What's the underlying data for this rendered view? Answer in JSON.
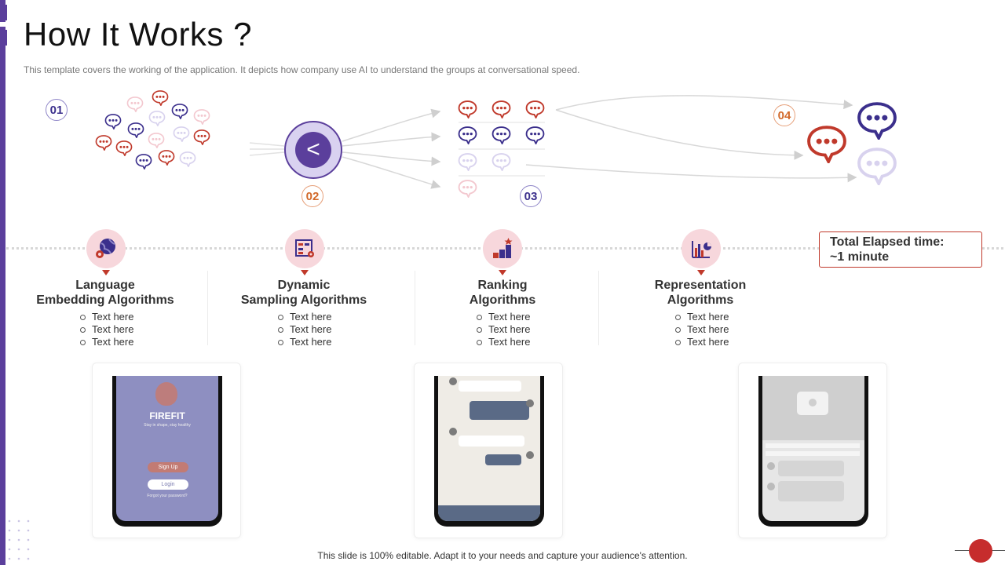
{
  "title": "How It Works ?",
  "subtitle": "This template covers the working of the application. It depicts how company use AI to understand the groups at conversational speed.",
  "steps": [
    "01",
    "02",
    "03",
    "04"
  ],
  "hub_glyph": "<",
  "elapsed": {
    "line1": "Total Elapsed time:",
    "line2": "~1 minute"
  },
  "categories": [
    {
      "title_line1": "Language",
      "title_line2": "Embedding Algorithms",
      "icon": "globe-gear-icon",
      "bullets": [
        "Text here",
        "Text here",
        "Text here"
      ]
    },
    {
      "title_line1": "Dynamic",
      "title_line2": "Sampling Algorithms",
      "icon": "settings-panel-icon",
      "bullets": [
        "Text here",
        "Text here",
        "Text here"
      ]
    },
    {
      "title_line1": "Ranking",
      "title_line2": "Algorithms",
      "icon": "ranking-chart-icon",
      "bullets": [
        "Text here",
        "Text here",
        "Text here"
      ]
    },
    {
      "title_line1": "Representation",
      "title_line2": "Algorithms",
      "icon": "bar-pie-chart-icon",
      "bullets": [
        "Text here",
        "Text here",
        "Text here"
      ]
    }
  ],
  "phones": {
    "firefit": {
      "brand": "FIREFIT",
      "tagline": "Stay in shape, stay healthy",
      "signup": "Sign Up",
      "login": "Login",
      "forgot": "Forgot your password?"
    }
  },
  "footer": "This slide is 100% editable. Adapt it to your needs and capture your audience's attention.",
  "colors": {
    "purple": "#5b3f9c",
    "red": "#c0392b",
    "orange": "#d2692a",
    "pink": "#f7d7dc"
  }
}
